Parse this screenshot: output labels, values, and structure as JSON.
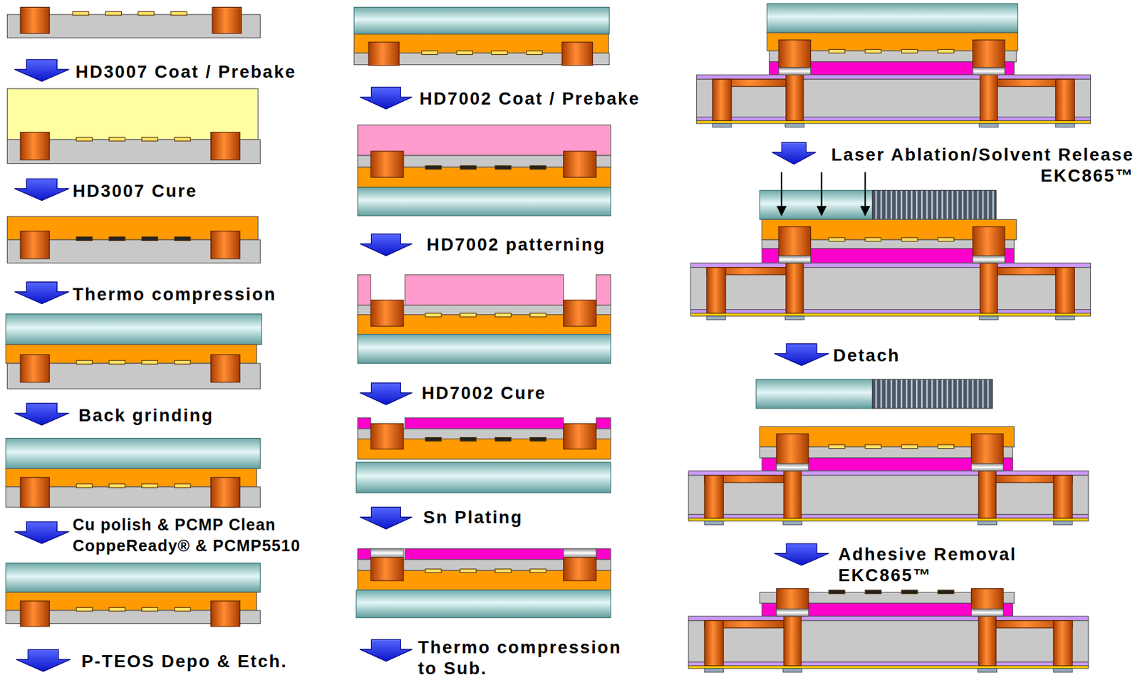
{
  "diagram": {
    "labels": [
      "HD3007 Coat / Prebake",
      "HD3007 Cure",
      "Thermo compression",
      "Back grinding",
      "Cu polish & PCMP Clean CoppeReady® & PCMP5510",
      "P-TEOS Depo & Etch.",
      "HD7002 Coat / Prebake",
      "HD7002 patterning",
      "HD7002 Cure",
      "Sn Plating",
      "Thermo compression to Sub.",
      "Laser Ablation/Solvent Release EKC865™",
      "Detach",
      "Adhesive Removal EKC865™"
    ]
  }
}
